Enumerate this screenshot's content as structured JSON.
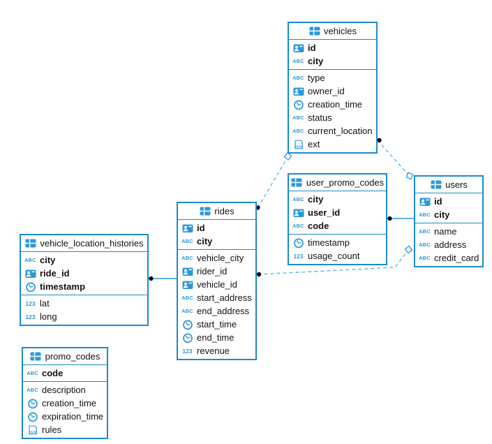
{
  "diagram": {
    "tables": [
      {
        "name": "vehicles",
        "fields": [
          {
            "name": "id",
            "icon": "person-id",
            "pk": true
          },
          {
            "name": "city",
            "icon": "abc",
            "pk": true
          },
          {
            "name": "type",
            "icon": "abc",
            "pk": false
          },
          {
            "name": "owner_id",
            "icon": "person-id",
            "pk": false
          },
          {
            "name": "creation_time",
            "icon": "clock",
            "pk": false
          },
          {
            "name": "status",
            "icon": "abc",
            "pk": false
          },
          {
            "name": "current_location",
            "icon": "abc",
            "pk": false
          },
          {
            "name": "ext",
            "icon": "json",
            "pk": false
          }
        ]
      },
      {
        "name": "user_promo_codes",
        "fields": [
          {
            "name": "city",
            "icon": "abc",
            "pk": true
          },
          {
            "name": "user_id",
            "icon": "person-id",
            "pk": true
          },
          {
            "name": "code",
            "icon": "abc",
            "pk": true
          },
          {
            "name": "timestamp",
            "icon": "clock",
            "pk": false
          },
          {
            "name": "usage_count",
            "icon": "number",
            "pk": false
          }
        ]
      },
      {
        "name": "users",
        "fields": [
          {
            "name": "id",
            "icon": "person-id",
            "pk": true
          },
          {
            "name": "city",
            "icon": "abc",
            "pk": true
          },
          {
            "name": "name",
            "icon": "abc",
            "pk": false
          },
          {
            "name": "address",
            "icon": "abc",
            "pk": false
          },
          {
            "name": "credit_card",
            "icon": "abc",
            "pk": false
          }
        ]
      },
      {
        "name": "rides",
        "fields": [
          {
            "name": "id",
            "icon": "person-id",
            "pk": true
          },
          {
            "name": "city",
            "icon": "abc",
            "pk": true
          },
          {
            "name": "vehicle_city",
            "icon": "abc",
            "pk": false
          },
          {
            "name": "rider_id",
            "icon": "person-id",
            "pk": false
          },
          {
            "name": "vehicle_id",
            "icon": "person-id",
            "pk": false
          },
          {
            "name": "start_address",
            "icon": "abc",
            "pk": false
          },
          {
            "name": "end_address",
            "icon": "abc",
            "pk": false
          },
          {
            "name": "start_time",
            "icon": "clock",
            "pk": false
          },
          {
            "name": "end_time",
            "icon": "clock",
            "pk": false
          },
          {
            "name": "revenue",
            "icon": "number",
            "pk": false
          }
        ]
      },
      {
        "name": "vehicle_location_histories",
        "fields": [
          {
            "name": "city",
            "icon": "abc",
            "pk": true
          },
          {
            "name": "ride_id",
            "icon": "person-id",
            "pk": true
          },
          {
            "name": "timestamp",
            "icon": "clock",
            "pk": true
          },
          {
            "name": "lat",
            "icon": "number",
            "pk": false
          },
          {
            "name": "long",
            "icon": "number",
            "pk": false
          }
        ]
      },
      {
        "name": "promo_codes",
        "fields": [
          {
            "name": "code",
            "icon": "abc",
            "pk": true
          },
          {
            "name": "description",
            "icon": "abc",
            "pk": false
          },
          {
            "name": "creation_time",
            "icon": "clock",
            "pk": false
          },
          {
            "name": "expiration_time",
            "icon": "clock",
            "pk": false
          },
          {
            "name": "rules",
            "icon": "json",
            "pk": false
          }
        ]
      }
    ],
    "connections": [
      {
        "from": "vehicle_location_histories",
        "to": "rides",
        "line": "solid"
      },
      {
        "from": "user_promo_codes",
        "to": "users",
        "line": "solid"
      },
      {
        "from": "vehicles",
        "to": "users",
        "line": "dashed"
      },
      {
        "from": "rides",
        "to": "vehicles",
        "line": "dashed"
      },
      {
        "from": "rides",
        "to": "users",
        "line": "dashed"
      }
    ],
    "icon_glyphs": {
      "abc": "ABC",
      "number": "123",
      "json": "JSON"
    },
    "colors": {
      "border_blue": "#1b8bca",
      "icon_blue": "#2b99d8",
      "dashed_line": "#5fb3e3",
      "solid_line": "#2b99d8",
      "dot": "#000000",
      "text": "#111111",
      "background": "#ffffff"
    }
  }
}
